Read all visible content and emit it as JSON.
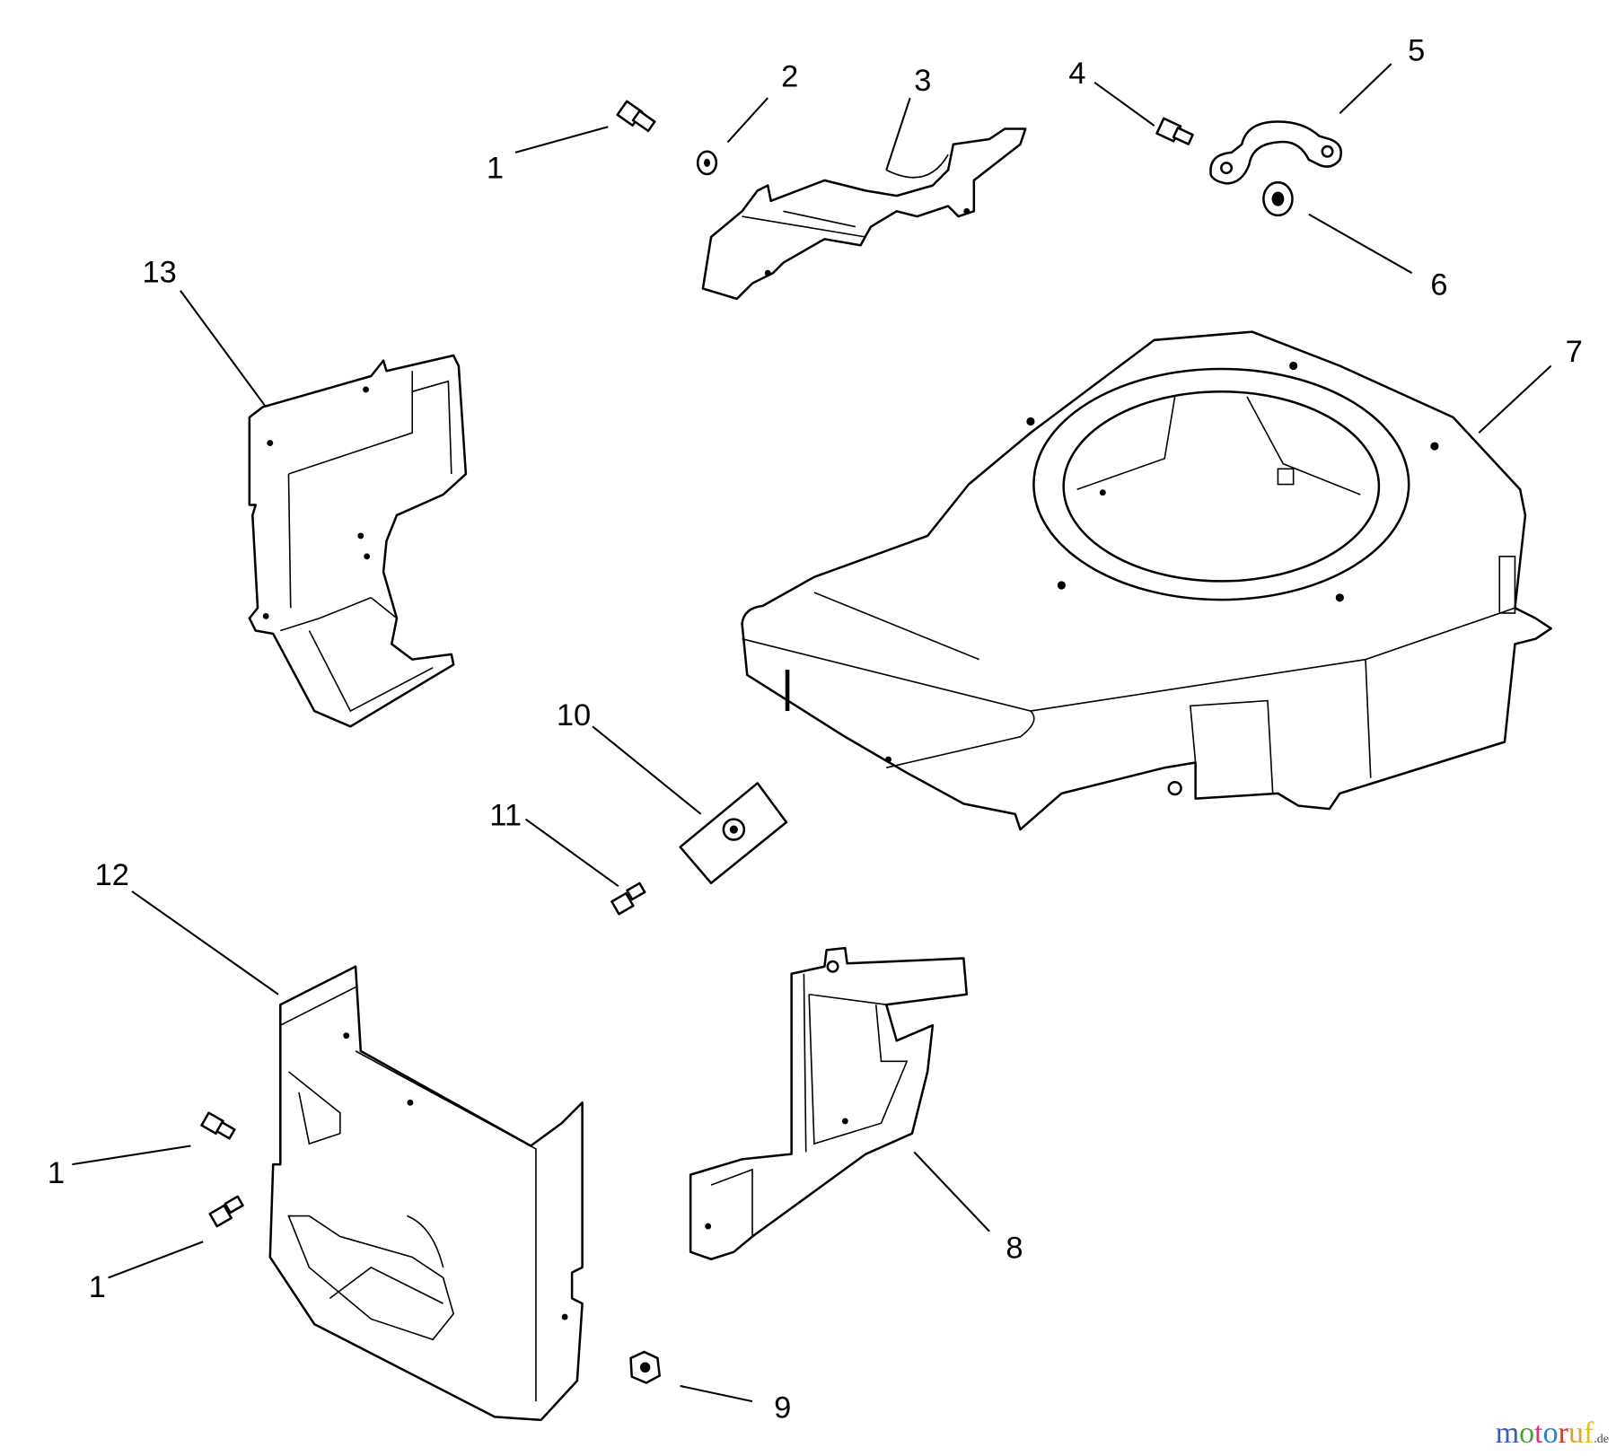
{
  "diagram": {
    "callouts": [
      "1",
      "2",
      "3",
      "4",
      "5",
      "6",
      "7",
      "8",
      "9",
      "10",
      "11",
      "12",
      "13",
      "1",
      "1"
    ]
  },
  "watermark": {
    "text": "motoruf",
    "suffix": ".de",
    "letter_colors": [
      "#3a5fb0",
      "#4aa03c",
      "#d8327a",
      "#2f7fc8",
      "#d8382a",
      "#e8a020",
      "#e0c020"
    ]
  }
}
